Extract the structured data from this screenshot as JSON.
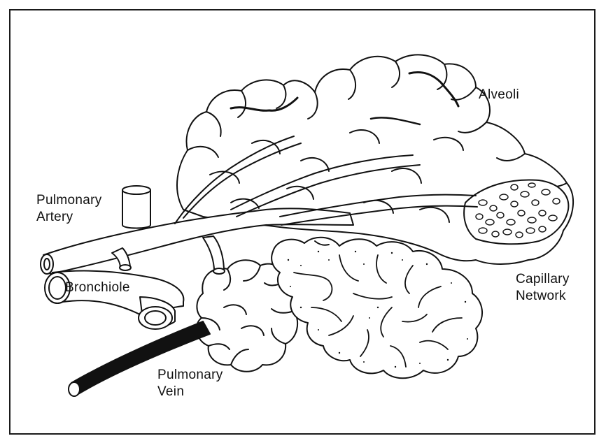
{
  "labels": {
    "alveoli": "Alveoli",
    "pulmonary_artery_line1": "Pulmonary",
    "pulmonary_artery_line2": "Artery",
    "bronchiole": "Bronchiole",
    "capillary_line1": "Capillary",
    "capillary_line2": "Network",
    "pulmonary_vein_line1": "Pulmonary",
    "pulmonary_vein_line2": "Vein"
  },
  "colors": {
    "ink": "#111111",
    "paper": "#ffffff",
    "vein_fill": "#111111"
  }
}
